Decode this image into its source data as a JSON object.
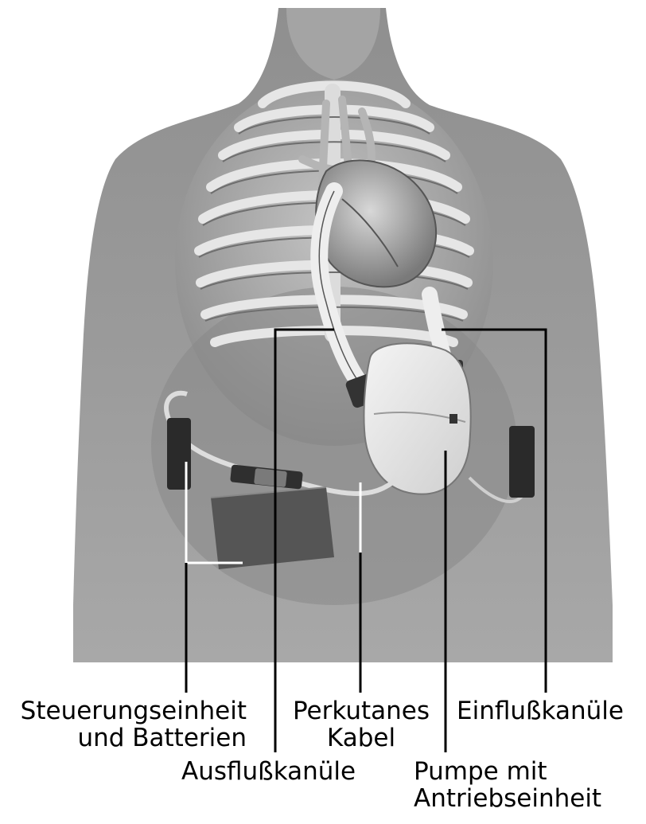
{
  "labels": {
    "control": {
      "line1": "Steuerungseinheit",
      "line2": "und Batterien"
    },
    "cable": {
      "line1": "Perkutanes",
      "line2": "Kabel"
    },
    "inflow": {
      "line1": "Einflußkanüle"
    },
    "outflow": {
      "line1": "Ausflußkanüle"
    },
    "pump": {
      "line1": "Pumpe mit",
      "line2": "Antriebseinheit"
    }
  }
}
